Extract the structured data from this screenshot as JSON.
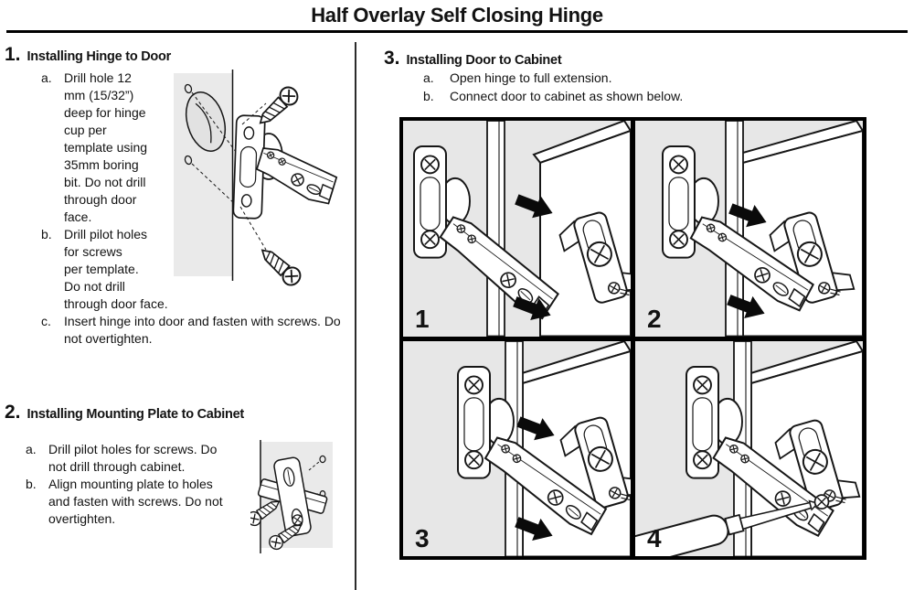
{
  "title": "Half Overlay Self Closing Hinge",
  "sections": {
    "s1": {
      "number": "1.",
      "heading": "Installing Hinge to Door",
      "items": [
        {
          "label": "a.",
          "text": "Drill hole 12\nmm (15/32”)\ndeep for hinge\ncup per\ntemplate using\n35mm boring\nbit. Do not drill\nthrough door\nface."
        },
        {
          "label": "b.",
          "text": "Drill pilot holes\nfor screws\nper template.\nDo not drill\nthrough door face."
        },
        {
          "label": "c.",
          "text": "Insert hinge into door and fasten with screws. Do\nnot overtighten."
        }
      ]
    },
    "s2": {
      "number": "2.",
      "heading": "Installing Mounting Plate to Cabinet",
      "items": [
        {
          "label": "a.",
          "text": "Drill pilot holes for screws. Do\nnot drill through cabinet."
        },
        {
          "label": "b.",
          "text": "Align mounting plate to holes\nand fasten with screws. Do not\novertighten."
        }
      ]
    },
    "s3": {
      "number": "3.",
      "heading": "Installing Door to Cabinet",
      "items": [
        {
          "label": "a.",
          "text": "Open hinge to full extension."
        },
        {
          "label": "b.",
          "text": "Connect door to cabinet as shown below."
        }
      ]
    }
  },
  "figure": {
    "panels": [
      {
        "label": "1"
      },
      {
        "label": "2"
      },
      {
        "label": "3"
      },
      {
        "label": "4"
      }
    ]
  },
  "icons": {
    "arrow-icon": "➔",
    "screw-icon": "🔩",
    "phillips-screw-icon": "✛",
    "screwdriver-icon": "🪛"
  },
  "colors": {
    "paper": "#ffffff",
    "ink": "#121212",
    "panel_bg": "#e7e7e7",
    "door_gray": "#eaeaea"
  }
}
